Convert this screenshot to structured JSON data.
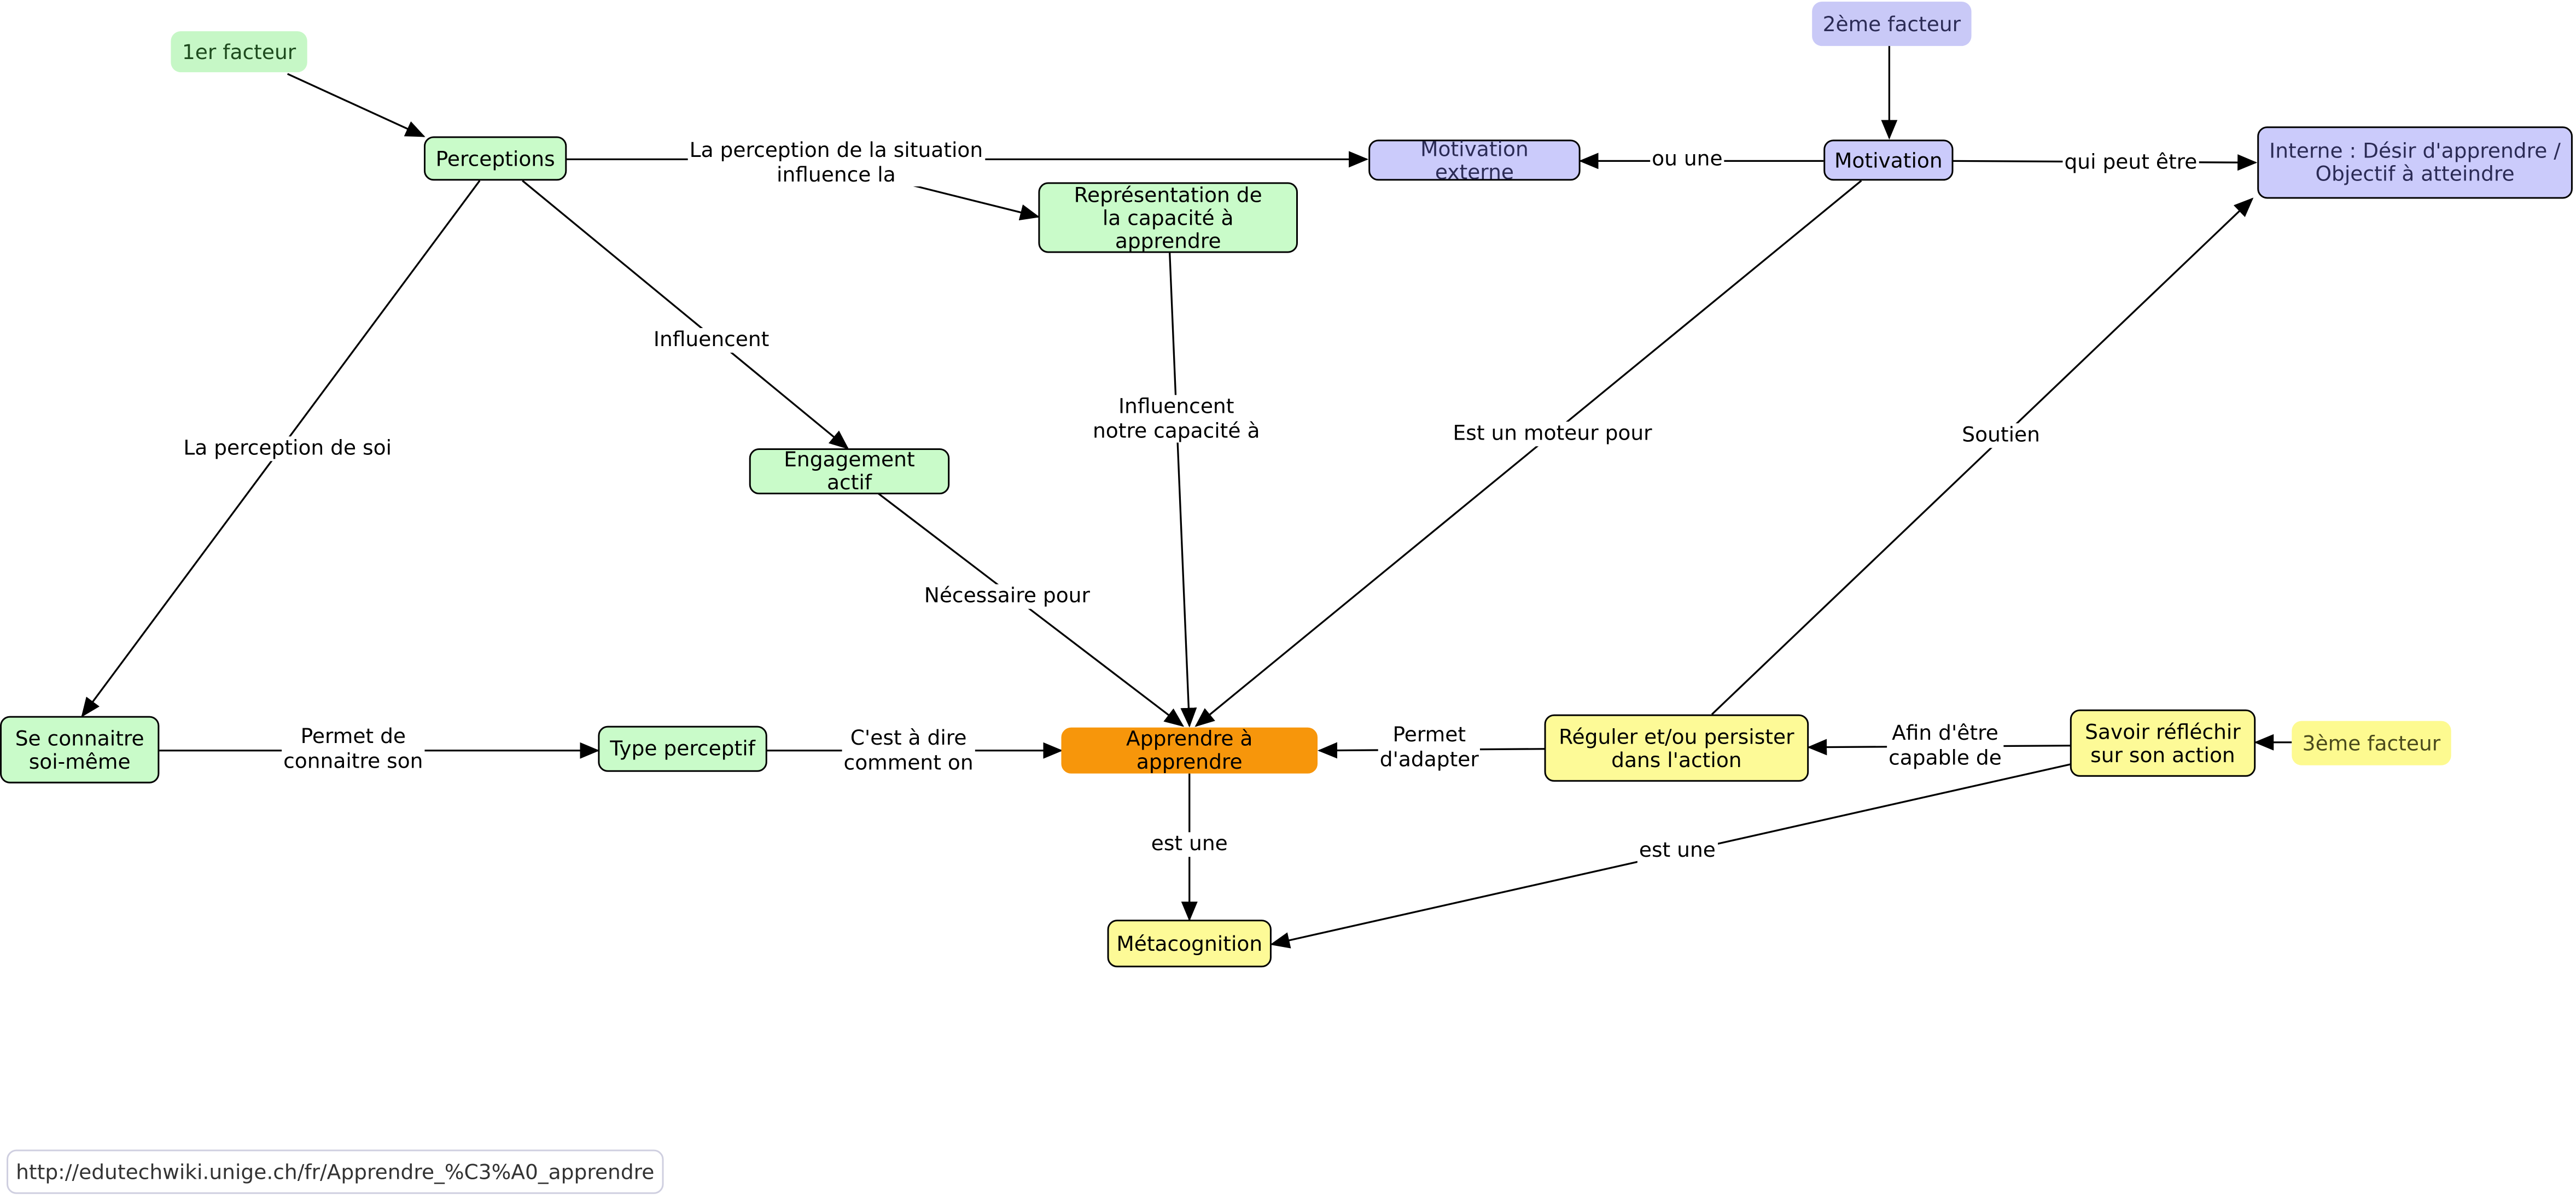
{
  "colors": {
    "green": "#c9fbc9",
    "blue": "#cbcbfb",
    "yellow": "#fdfa97",
    "orange": "#f7960b"
  },
  "nodes": {
    "facteur1": "1er facteur",
    "facteur2": "2ème facteur",
    "facteur3": "3ème facteur",
    "perceptions": "Perceptions",
    "representation": "Représentation de\nla capacité à apprendre",
    "motivation_externe": "Motivation externe",
    "motivation": "Motivation",
    "interne": "Interne : Désir d'apprendre /\nObjectif à atteindre",
    "engagement": "Engagement actif",
    "se_connaitre": "Se connaitre\nsoi-même",
    "type_perceptif": "Type perceptif",
    "apprendre": "Apprendre à apprendre",
    "reguler": "Réguler et/ou persister\ndans l'action",
    "savoir_reflechir": "Savoir réfléchir\nsur son action",
    "metacognition": "Métacognition"
  },
  "links": {
    "perception_situation": "La perception de la situation\ninfluence la",
    "ou_une": "ou une",
    "qui_peut_etre": "qui peut être",
    "influencent": "Influencent",
    "perception_de_soi": "La perception de soi",
    "influencent_capacite": "Influencent\nnotre capacité à",
    "moteur": "Est un moteur pour",
    "soutien": "Soutien",
    "necessaire": "Nécessaire pour",
    "permet_connaitre": "Permet de\nconnaitre son",
    "c_est_a_dire": "C'est à dire\ncomment on",
    "permet_adapter": "Permet\nd'adapter",
    "afin_capable": "Afin d'être\ncapable de",
    "est_une_1": "est une",
    "est_une_2": "est une"
  },
  "source_url": "http://edutechwiki.unige.ch/fr/Apprendre_%C3%A0_apprendre"
}
